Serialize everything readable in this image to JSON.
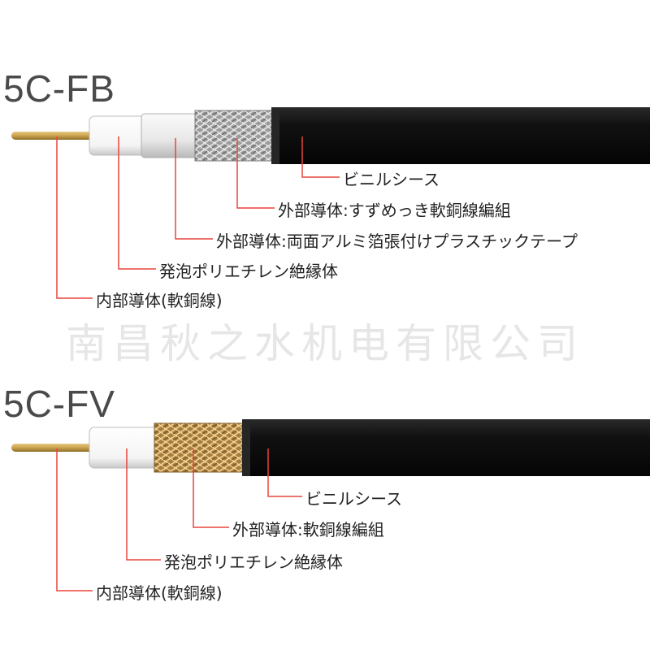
{
  "diagrams": [
    {
      "title": "5C-FB",
      "labels": {
        "sheath": "ビニルシース",
        "braid": "外部導体:すずめっき軟銅線編組",
        "tape": "外部導体:両面アルミ箔張付けプラスチックテープ",
        "insulation": "発泡ポリエチレン絶縁体",
        "conductor": "内部導体(軟銅線)"
      }
    },
    {
      "title": "5C-FV",
      "labels": {
        "sheath": "ビニルシース",
        "braid": "外部導体:軟銅線編組",
        "insulation": "発泡ポリエチレン絶縁体",
        "conductor": "内部導体(軟銅線)"
      }
    }
  ],
  "watermark": "南昌秋之水机电有限公司",
  "colors": {
    "leader_line": "#e8453c",
    "sheath": "#111111",
    "copper_wire": "#c9a24a",
    "tinned_braid": "#a8a8a8",
    "copper_braid": "#c29a55",
    "insulation": "#ffffff",
    "foil_tape": "#eeeeee",
    "title_text": "#4a4a4a"
  }
}
